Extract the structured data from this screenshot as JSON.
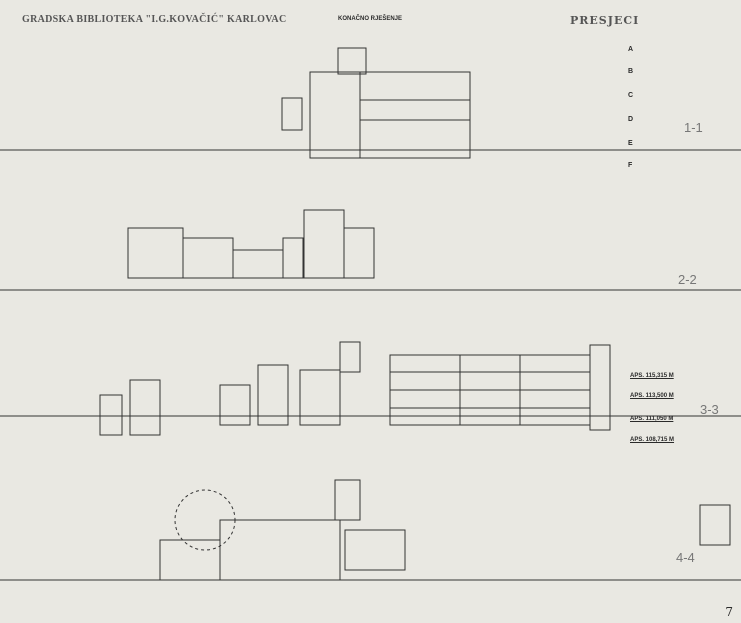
{
  "header": {
    "title": "GRADSKA BIBLIOTEKA \"I.G.KOVAČIĆ\" KARLOVAC",
    "subtitle": "KONAČNO RJEŠENJE",
    "sheet_title": "PRESJECI"
  },
  "sections": [
    "1-1",
    "2-2",
    "3-3",
    "4-4"
  ],
  "legend": [
    "A",
    "B",
    "C",
    "D",
    "E",
    "F"
  ],
  "elevations": [
    "APS. 115,315 M",
    "APS. 113,500 M",
    "APS. 111,050 M",
    "APS. 108,715 M"
  ],
  "page_number": "7"
}
